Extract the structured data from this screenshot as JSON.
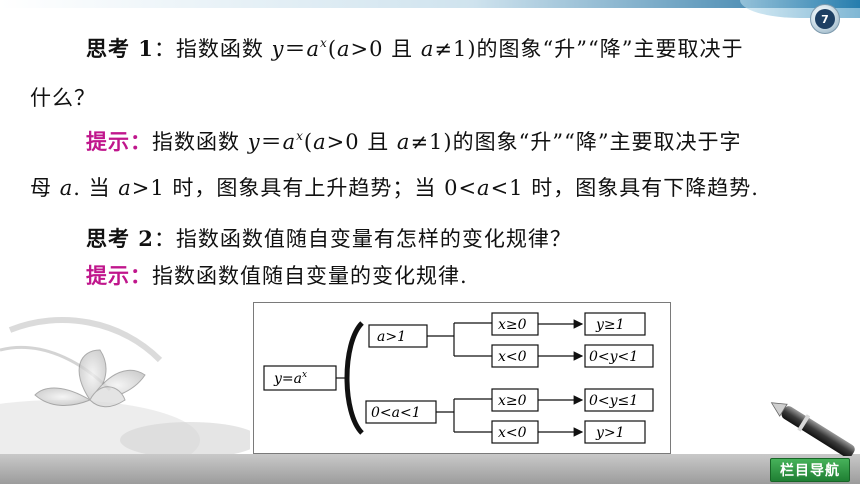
{
  "page_number": "7",
  "nav_button_label": "栏目导航",
  "think1": {
    "lead": "思考 1",
    "colon": "：指数函数 ",
    "expr_y": "y",
    "expr_eq": "＝",
    "expr_a": "a",
    "expr_x": "x",
    "cond_open": "(",
    "cond_a1": "a",
    "cond_gt0": ">0 且 ",
    "cond_a2": "a",
    "cond_ne1": "≠1)",
    "tail": "的图象“升”“降”主要取决于",
    "line2": "什么？"
  },
  "hint1": {
    "label": "提示：",
    "pre": "指数函数 ",
    "expr_y": "y",
    "expr_eq": "＝",
    "expr_a": "a",
    "expr_x": "x",
    "cond_open": "(",
    "cond_a1": "a",
    "cond_gt0": ">0 且 ",
    "cond_a2": "a",
    "cond_ne1": "≠1)",
    "tail": "的图象“升”“降”主要取决于字",
    "l2_a": "母 ",
    "l2_var": "a",
    "l2_b": ". 当 ",
    "l2_var2": "a",
    "l2_c": ">1 时，图象具有上升趋势；当 0<",
    "l2_var3": "a",
    "l2_d": "<1 时，图象具有下降趋势."
  },
  "think2": {
    "lead": "思考 2",
    "text": "：指数函数值随自变量有怎样的变化规律？"
  },
  "hint2": {
    "label": "提示：",
    "text": "指数函数值随自变量的变化规律."
  },
  "diagram": {
    "root": "y=a",
    "root_sup": "x",
    "branch_top": "a>1",
    "branch_bottom": "0<a<1",
    "top_cases": [
      {
        "cond": "x≥0",
        "result": "y≥1"
      },
      {
        "cond": "x<0",
        "result": "0<y<1"
      }
    ],
    "bottom_cases": [
      {
        "cond": "x≥0",
        "result": "0<y≤1"
      },
      {
        "cond": "x<0",
        "result": "y>1"
      }
    ]
  }
}
